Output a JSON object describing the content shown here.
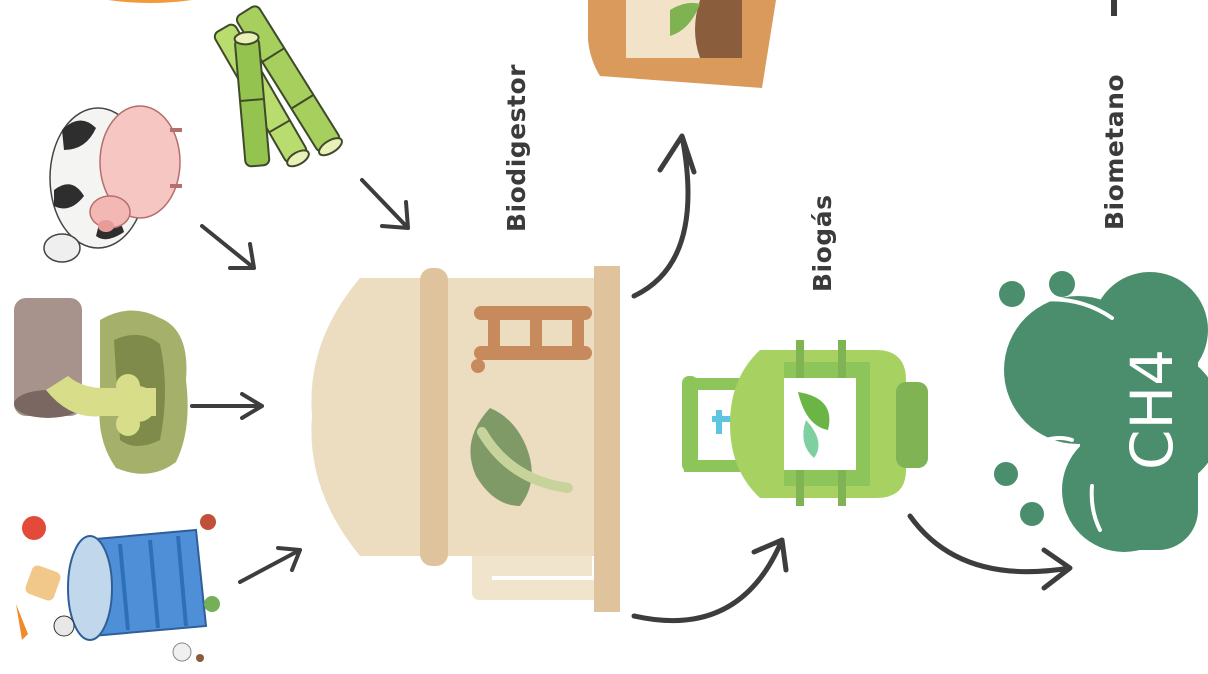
{
  "labels": {
    "biodigestor": "Biodigestor",
    "biogas": "Biogás",
    "biometano": "Biometano",
    "methane_formula": "CH4"
  },
  "inputs": [
    {
      "name": "sugarcane",
      "icon": "sugarcane-icon"
    },
    {
      "name": "livestock",
      "icon": "cow-pig-icon"
    },
    {
      "name": "sewage",
      "icon": "sewage-pipe-icon"
    },
    {
      "name": "food_waste",
      "icon": "trash-bin-icon"
    }
  ],
  "outputs": [
    {
      "name": "fertilizer",
      "icon": "fertilizer-bag-icon"
    },
    {
      "name": "biogas",
      "icon": "gas-cylinder-icon"
    },
    {
      "name": "biomethane",
      "icon": "ch4-cloud-icon"
    }
  ],
  "colors": {
    "text": "#3b3b3b",
    "arrow": "#3d3d3d",
    "biodigester_body": "#ecdcc0",
    "biodigester_frame": "#dfc39d",
    "ladder": "#c68a5c",
    "leaf_dark": "#7f9a67",
    "cylinder_green": "#8dc55a",
    "cylinder_light": "#a7d262",
    "methane_cloud": "#4a8e6e",
    "fertilizer_bag": "#d99a5b"
  }
}
